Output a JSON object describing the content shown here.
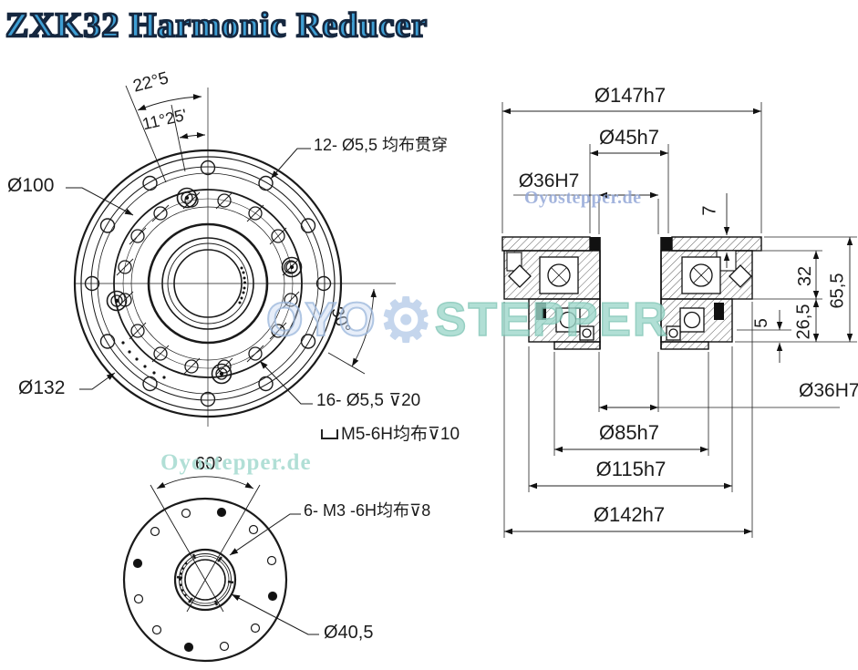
{
  "title": "ZXK32 Harmonic Reducer",
  "front_view": {
    "angle_22": "22°5",
    "angle_11": "11°25'",
    "d100": "Ø100",
    "holes_12": "12- Ø5,5 均布贯穿",
    "d132": "Ø132",
    "holes_16": "16- Ø5,5 ⊽20",
    "holes_16_thread": "M5-6H均布⊽10",
    "angle_30": "30°"
  },
  "bottom_view": {
    "angle_60": "60°",
    "holes_6": "6- M3 -6H均布⊽8",
    "d40_5": "Ø40,5"
  },
  "section_view": {
    "d147": "Ø147h7",
    "d45": "Ø45h7",
    "d36_top": "Ø36H7",
    "depth_7": "7",
    "h32": "32",
    "h65_5": "65,5",
    "h26_5": "26,5",
    "h5": "5",
    "d36_bottom": "Ø36H7",
    "d85": "Ø85h7",
    "d115": "Ø115h7",
    "d142": "Ø142h7"
  },
  "watermarks": {
    "top": "Oyostepper.de",
    "bottom": "Oyostepper.de",
    "center_left": "OYO",
    "center_right": "STEPPER"
  },
  "colors": {
    "title_fill": "#3f9fd4",
    "title_outline": "#15273f",
    "watermark_blue": "#93a8d8",
    "watermark_teal": "#9ed8cb",
    "line": "#1a1a1a"
  }
}
